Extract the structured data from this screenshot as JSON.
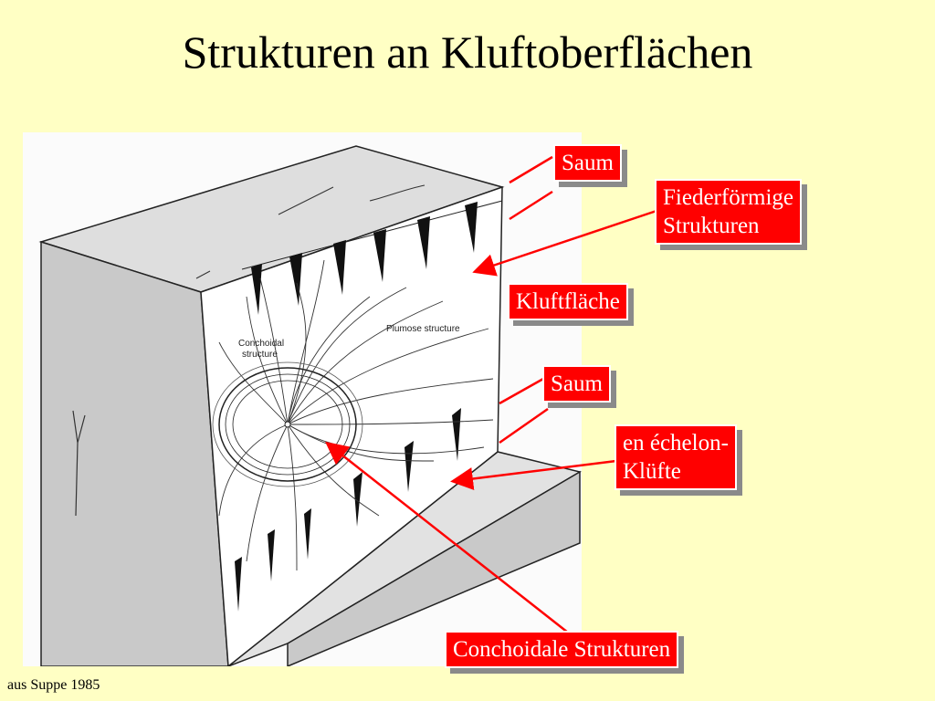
{
  "title": "Strukturen an Kluftoberflächen",
  "figure_labels": {
    "conchoidal_line1": "Conchoidal",
    "conchoidal_line2": "structure",
    "plumose": "Plumose structure"
  },
  "callouts": {
    "saum_top": "Saum",
    "fiederfoermige_line1": "Fiederförmige",
    "fiederfoermige_line2": "Strukturen",
    "kluftflaeche": "Kluftfläche",
    "saum_bottom": "Saum",
    "en_echelon_line1": "en échelon-",
    "en_echelon_line2": "Klüfte",
    "conchoidale": "Conchoidale Strukturen"
  },
  "credit": "aus Suppe 1985",
  "colors": {
    "background": "#ffffc4",
    "callout_fill": "#ff0000",
    "callout_text": "#ffffff",
    "arrow": "#ff0000",
    "block_top": "#dcdcdc",
    "block_front": "#c8c8c8",
    "fracture_face": "#ffffff"
  }
}
